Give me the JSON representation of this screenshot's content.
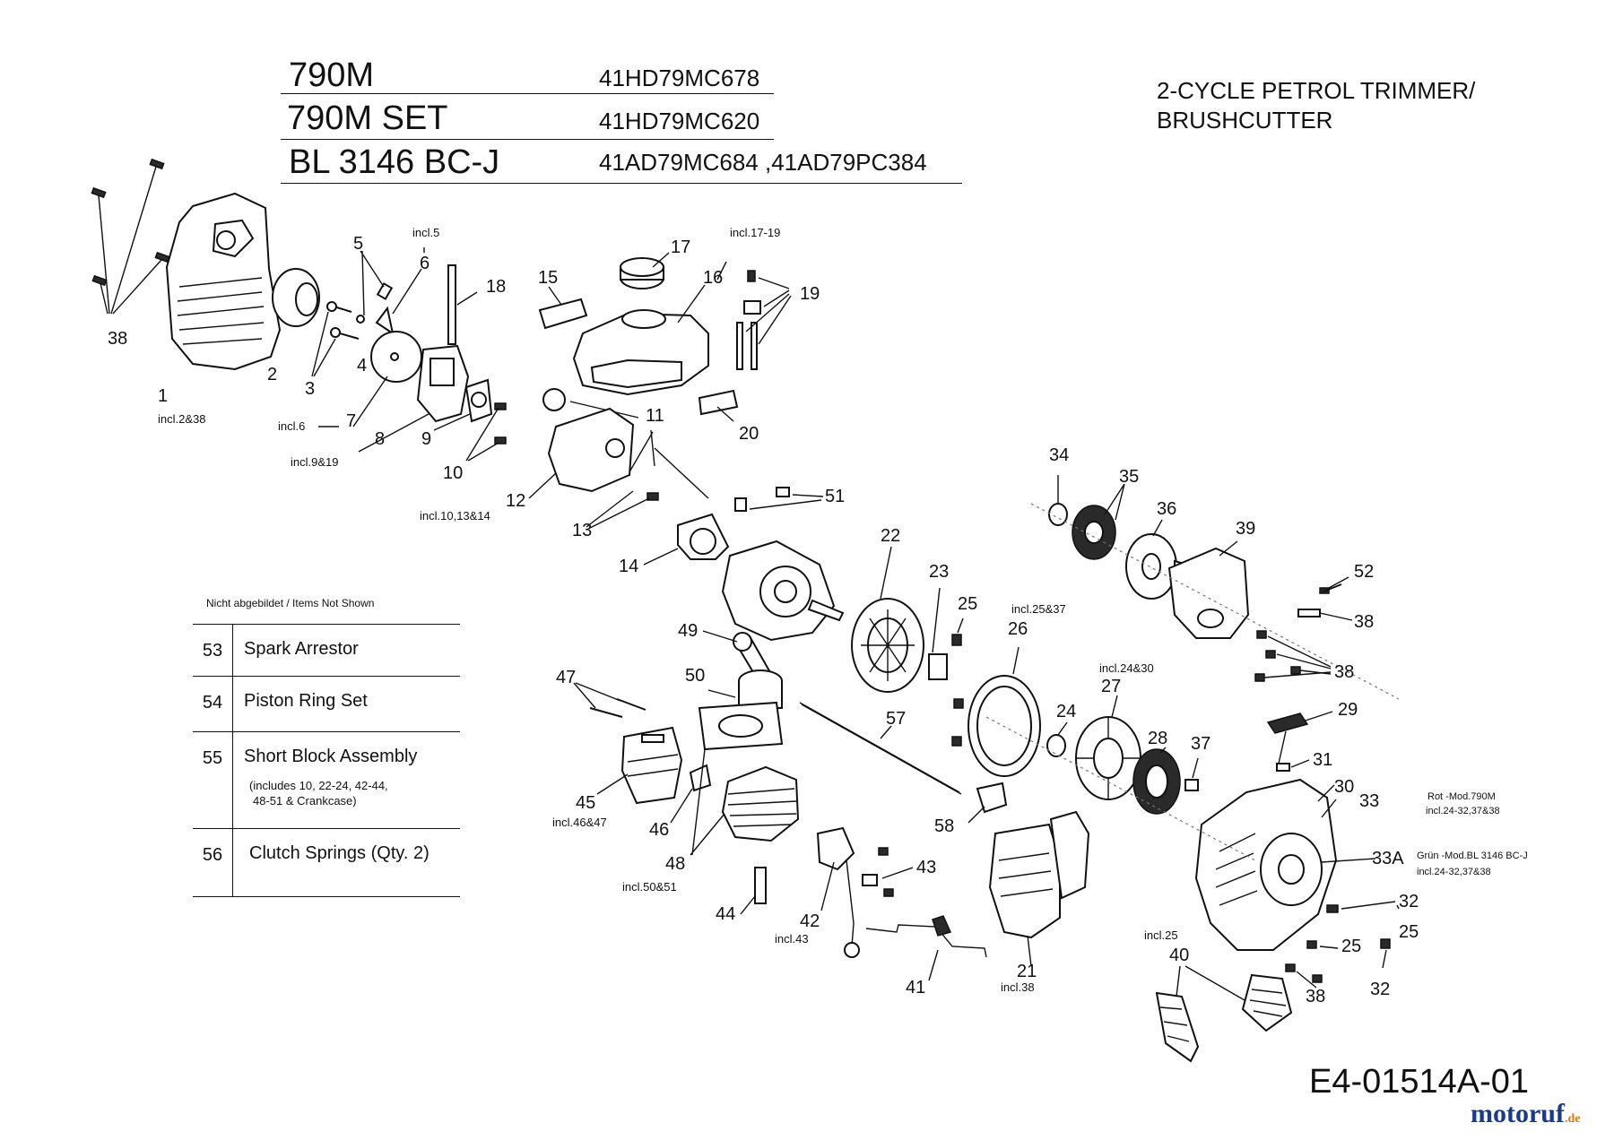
{
  "header": {
    "models": [
      {
        "name": "790M",
        "code": "41HD79MC678"
      },
      {
        "name": "790M SET",
        "code": "41HD79MC620"
      },
      {
        "name": "BL 3146 BC-J",
        "code": "41AD79MC684 ,41AD79PC384"
      }
    ],
    "product_line1": "2-CYCLE PETROL TRIMMER/",
    "product_line2": "BRUSHCUTTER"
  },
  "not_shown": {
    "title": "Nicht abgebildet / Items Not Shown",
    "rows": [
      {
        "num": "53",
        "text": "Spark Arrestor",
        "sub": ""
      },
      {
        "num": "54",
        "text": "Piston Ring Set",
        "sub": ""
      },
      {
        "num": "55",
        "text": "Short Block Assembly",
        "sub": "(includes 10, 22-24, 42-44,",
        "sub2": "48-51 & Crankcase)"
      },
      {
        "num": "56",
        "text": "Clutch Springs (Qty. 2)",
        "sub": ""
      }
    ]
  },
  "parts": {
    "p1": "1",
    "p2": "2",
    "p3": "3",
    "p4": "4",
    "p5": "5",
    "p6": "6",
    "p7": "7",
    "p8": "8",
    "p9": "9",
    "p10": "10",
    "p11": "11",
    "p12": "12",
    "p13": "13",
    "p14": "14",
    "p15": "15",
    "p16": "16",
    "p17": "17",
    "p18": "18",
    "p19": "19",
    "p20": "20",
    "p21": "21",
    "p22": "22",
    "p23": "23",
    "p24": "24",
    "p25a": "25",
    "p25b": "25",
    "p25c": "25",
    "p26": "26",
    "p27": "27",
    "p28": "28",
    "p29": "29",
    "p30": "30",
    "p31": "31",
    "p32a": "32",
    "p32b": "32",
    "p33": "33",
    "p33a": "33A",
    "p34": "34",
    "p35": "35",
    "p36": "36",
    "p37": "37",
    "p38a": "38",
    "p38b": "38",
    "p38c": "38",
    "p38d": "38",
    "p39": "39",
    "p40": "40",
    "p41": "41",
    "p42": "42",
    "p43": "43",
    "p44": "44",
    "p45": "45",
    "p46": "46",
    "p47": "47",
    "p48": "48",
    "p49": "49",
    "p50": "50",
    "p51": "51",
    "p52": "52",
    "p57": "57",
    "p58": "58"
  },
  "notes": {
    "n1": "incl.2&38",
    "n5": "incl.5",
    "n6": "incl.6",
    "n8": "incl.9&19",
    "n12": "incl.10,13&14",
    "n16": "incl.17-19",
    "n26": "incl.25&37",
    "n27": "incl.24&30",
    "n21": "incl.38",
    "n42": "incl.43",
    "n45": "incl.46&47",
    "n48": "incl.50&51",
    "n40": "incl.25",
    "n33a": "Rot -Mod.790M",
    "n33b": "incl.24-32,37&38",
    "n33c": "Grün -Mod.BL 3146 BC-J",
    "n33d": "incl.24-32,37&38"
  },
  "footer": {
    "doc_number": "E4-01514A-01",
    "brand": "motoruf",
    "brand_suffix": ".de",
    "brand_colors": [
      "#1a3a8c",
      "#e07a10"
    ]
  }
}
